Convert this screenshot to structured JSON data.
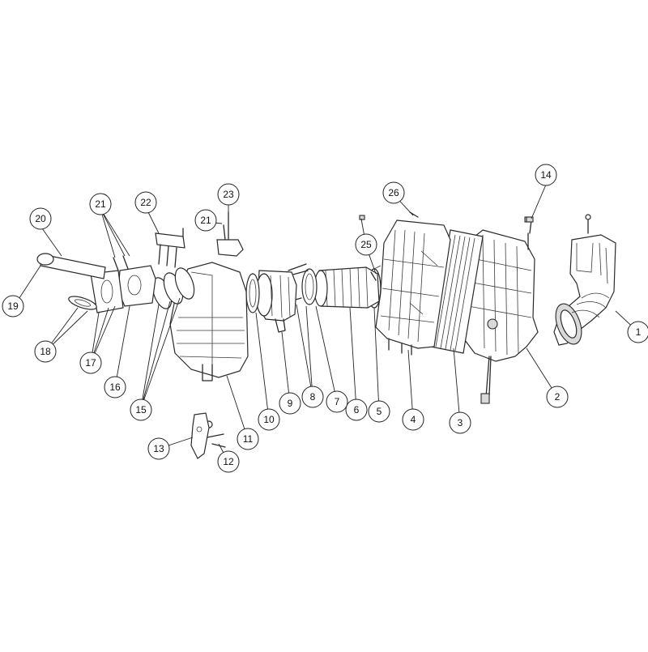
{
  "diagram": {
    "type": "exploded-parts-view",
    "callouts": [
      {
        "id": "c1",
        "label": "1"
      },
      {
        "id": "c2",
        "label": "2"
      },
      {
        "id": "c3",
        "label": "3"
      },
      {
        "id": "c4",
        "label": "4"
      },
      {
        "id": "c5",
        "label": "5"
      },
      {
        "id": "c6",
        "label": "6"
      },
      {
        "id": "c7",
        "label": "7"
      },
      {
        "id": "c8",
        "label": "8"
      },
      {
        "id": "c9",
        "label": "9"
      },
      {
        "id": "c10",
        "label": "10"
      },
      {
        "id": "c11",
        "label": "11"
      },
      {
        "id": "c12",
        "label": "12"
      },
      {
        "id": "c13",
        "label": "13"
      },
      {
        "id": "c14",
        "label": "14"
      },
      {
        "id": "c15",
        "label": "15"
      },
      {
        "id": "c16",
        "label": "16"
      },
      {
        "id": "c17",
        "label": "17"
      },
      {
        "id": "c18",
        "label": "18"
      },
      {
        "id": "c19",
        "label": "19"
      },
      {
        "id": "c20",
        "label": "20"
      },
      {
        "id": "c21a",
        "label": "21"
      },
      {
        "id": "c21b",
        "label": "21"
      },
      {
        "id": "c22",
        "label": "22"
      },
      {
        "id": "c23",
        "label": "23"
      },
      {
        "id": "c25",
        "label": "25"
      },
      {
        "id": "c26",
        "label": "26"
      }
    ]
  }
}
